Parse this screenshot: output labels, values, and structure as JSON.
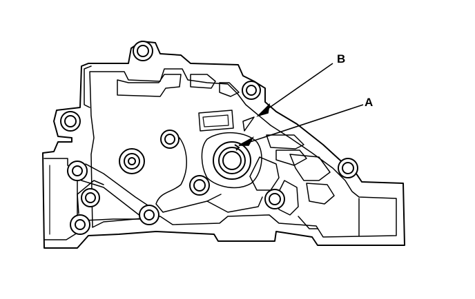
{
  "figure": {
    "callouts": [
      {
        "id": "A",
        "label": "A"
      },
      {
        "id": "B",
        "label": "B"
      }
    ],
    "colors": {
      "ink": "#000000",
      "background": "#ffffff"
    }
  }
}
